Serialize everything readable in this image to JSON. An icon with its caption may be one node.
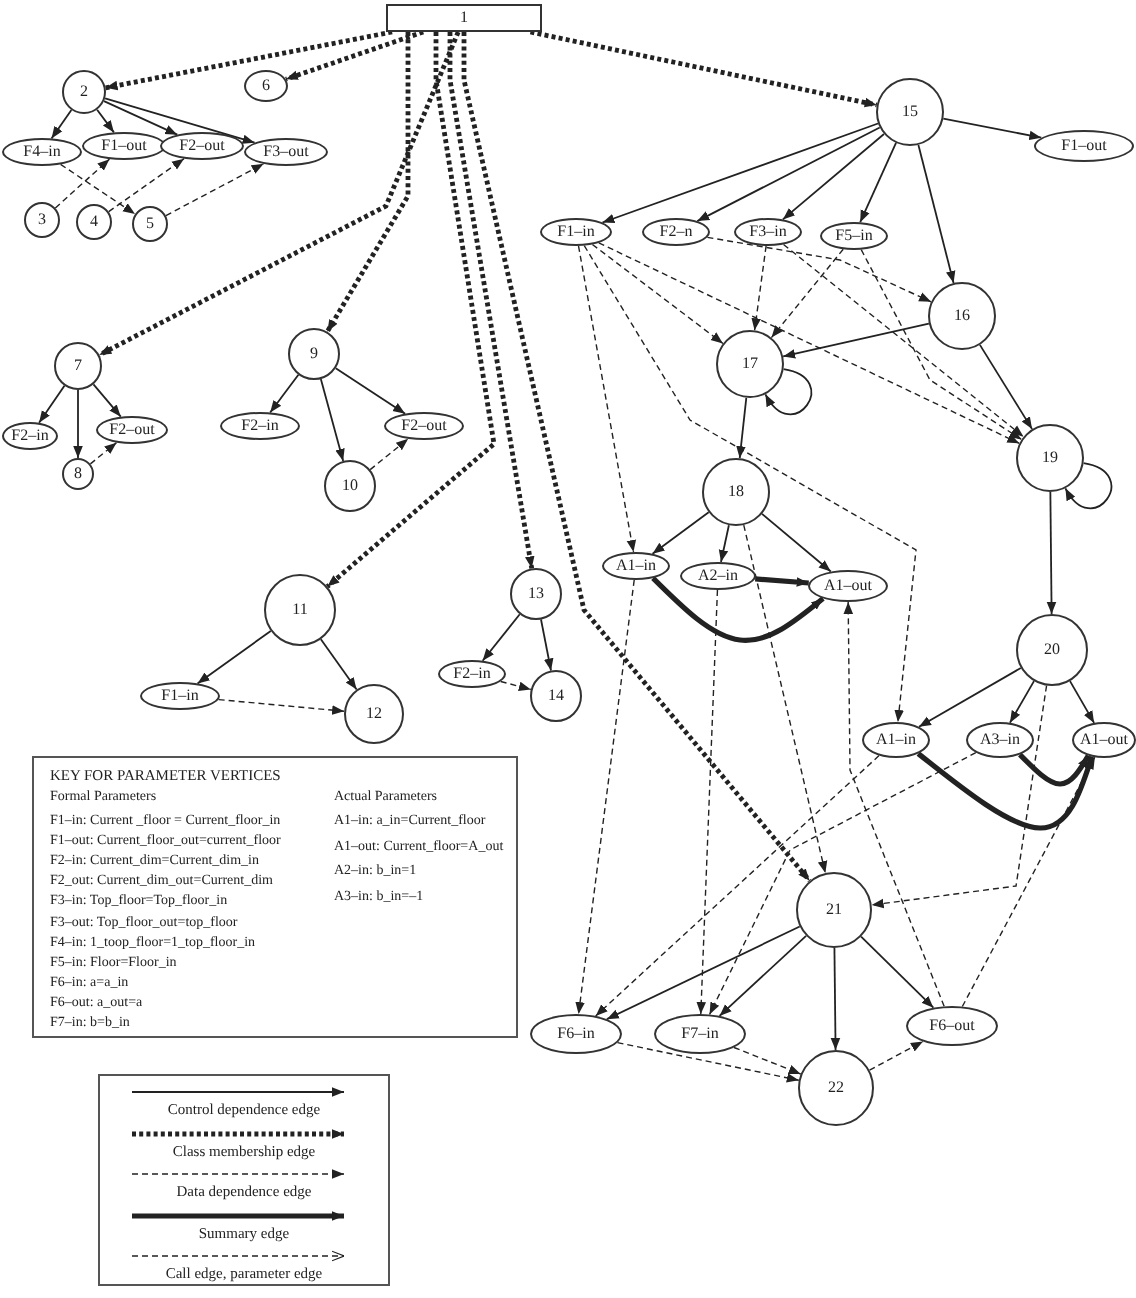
{
  "diagram": {
    "nodes": [
      {
        "text": [
          "1"
        ]
      },
      {
        "text": [
          "2"
        ]
      },
      {
        "text": [
          "6"
        ]
      },
      {
        "text": [
          "F4–in"
        ]
      },
      {
        "text": [
          "F1–out"
        ]
      },
      {
        "text": [
          "F2–out"
        ]
      },
      {
        "text": [
          "F3–out"
        ]
      },
      {
        "text": [
          "3"
        ]
      },
      {
        "text": [
          "4"
        ]
      },
      {
        "text": [
          "5"
        ]
      },
      {
        "text": [
          "15"
        ]
      },
      {
        "text": [
          "F1–out"
        ]
      },
      {
        "text": [
          "F1–in"
        ]
      },
      {
        "text": [
          "F2–n"
        ]
      },
      {
        "text": [
          "F3–in"
        ]
      },
      {
        "text": [
          "F5–in"
        ]
      },
      {
        "text": [
          "16"
        ]
      },
      {
        "text": [
          "17"
        ]
      },
      {
        "text": [
          "19"
        ]
      },
      {
        "text": [
          "7"
        ]
      },
      {
        "text": [
          "F2–in"
        ]
      },
      {
        "text": [
          "F2–out"
        ]
      },
      {
        "text": [
          "8"
        ]
      },
      {
        "text": [
          "9"
        ]
      },
      {
        "text": [
          "F2–in"
        ]
      },
      {
        "text": [
          "F2–out"
        ]
      },
      {
        "text": [
          "10"
        ]
      },
      {
        "text": [
          "18"
        ]
      },
      {
        "text": [
          "A1–in"
        ]
      },
      {
        "text": [
          "A2–in"
        ]
      },
      {
        "text": [
          "A1–out"
        ]
      },
      {
        "text": [
          "11"
        ]
      },
      {
        "text": [
          "F1–in"
        ]
      },
      {
        "text": [
          "12"
        ]
      },
      {
        "text": [
          "13"
        ]
      },
      {
        "text": [
          "F2–in"
        ]
      },
      {
        "text": [
          "14"
        ]
      },
      {
        "text": [
          "20"
        ]
      },
      {
        "text": [
          "A1–in"
        ]
      },
      {
        "text": [
          "A3–in"
        ]
      },
      {
        "text": [
          "A1–out"
        ]
      },
      {
        "text": [
          "21"
        ]
      },
      {
        "text": [
          "F6–in"
        ]
      },
      {
        "text": [
          "F7–in"
        ]
      },
      {
        "text": [
          "F6–out"
        ]
      },
      {
        "text": [
          "22"
        ]
      },
      {
        "text": [
          "KEY FOR PARAMETER VERTICES",
          "Formal Parameters",
          "Actual Parameters",
          "F1–in: Current _floor = Current_floor_in",
          "F1–out: Current_floor_out=current_floor",
          "F2–in: Current_dim=Current_dim_in",
          "F2_out: Current_dim_out=Current_dim",
          "F3–in: Top_floor=Top_floor_in",
          "F3–out: Top_floor_out=top_floor",
          "F4–in: 1_toop_floor=1_top_floor_in",
          "F5–in: Floor=Floor_in",
          "F6–in: a=a_in",
          "F6–out: a_out=a",
          "F7–in: b=b_in",
          "A1–in: a_in=Current_floor",
          "A1–out: Current_floor=A_out",
          "A2–in: b_in=1",
          "A3–in: b_in=–1"
        ]
      }
    ],
    "edges": [
      {
        "from": 0,
        "to": 1,
        "arrow": "to",
        "style": "dashed"
      },
      {
        "from": 0,
        "to": 2,
        "arrow": "to",
        "style": "dashed"
      },
      {
        "from": 0,
        "to": 10,
        "arrow": "to",
        "style": "dashed"
      },
      {
        "from": 0,
        "to": 19,
        "arrow": "to",
        "style": "dashed"
      },
      {
        "from": 0,
        "to": 23,
        "arrow": "to",
        "style": "dashed"
      },
      {
        "from": 0,
        "to": 31,
        "arrow": "to",
        "style": "dashed"
      },
      {
        "from": 0,
        "to": 34,
        "arrow": "to",
        "style": "dashed"
      },
      {
        "from": 0,
        "to": 41,
        "arrow": "to",
        "style": "dashed"
      },
      {
        "from": 1,
        "to": 3,
        "arrow": "to"
      },
      {
        "from": 1,
        "to": 4,
        "arrow": "to"
      },
      {
        "from": 1,
        "to": 5,
        "arrow": "to"
      },
      {
        "from": 1,
        "to": 6,
        "arrow": "to"
      },
      {
        "from": 10,
        "to": 11,
        "arrow": "to"
      },
      {
        "from": 10,
        "to": 12,
        "arrow": "to"
      },
      {
        "from": 10,
        "to": 13,
        "arrow": "to"
      },
      {
        "from": 10,
        "to": 14,
        "arrow": "to"
      },
      {
        "from": 10,
        "to": 15,
        "arrow": "to"
      },
      {
        "from": 10,
        "to": 16,
        "arrow": "to"
      },
      {
        "from": 16,
        "to": 17,
        "arrow": "to"
      },
      {
        "from": 16,
        "to": 18,
        "arrow": "to"
      },
      {
        "from": 17,
        "to": 27,
        "arrow": "to"
      },
      {
        "from": 17,
        "to": 17,
        "arrow": "to"
      },
      {
        "from": 18,
        "to": 18,
        "arrow": "to"
      },
      {
        "from": 18,
        "to": 37,
        "arrow": "to"
      },
      {
        "from": 19,
        "to": 20,
        "arrow": "to"
      },
      {
        "from": 19,
        "to": 21,
        "arrow": "to"
      },
      {
        "from": 19,
        "to": 22,
        "arrow": "to"
      },
      {
        "from": 23,
        "to": 24,
        "arrow": "to"
      },
      {
        "from": 23,
        "to": 26,
        "arrow": "to"
      },
      {
        "from": 23,
        "to": 25,
        "arrow": "to"
      },
      {
        "from": 27,
        "to": 28,
        "arrow": "to"
      },
      {
        "from": 27,
        "to": 29,
        "arrow": "to"
      },
      {
        "from": 27,
        "to": 30,
        "arrow": "to"
      },
      {
        "from": 31,
        "to": 32,
        "arrow": "to"
      },
      {
        "from": 31,
        "to": 33,
        "arrow": "to"
      },
      {
        "from": 34,
        "to": 35,
        "arrow": "to"
      },
      {
        "from": 34,
        "to": 36,
        "arrow": "to"
      },
      {
        "from": 37,
        "to": 38,
        "arrow": "to"
      },
      {
        "from": 37,
        "to": 39,
        "arrow": "to"
      },
      {
        "from": 37,
        "to": 40,
        "arrow": "to"
      },
      {
        "from": 41,
        "to": 42,
        "arrow": "to"
      },
      {
        "from": 41,
        "to": 43,
        "arrow": "to"
      },
      {
        "from": 41,
        "to": 45,
        "arrow": "to"
      },
      {
        "from": 41,
        "to": 44,
        "arrow": "to"
      },
      {
        "from": 28,
        "to": 30,
        "arrow": "to",
        "style": "thick"
      },
      {
        "from": 29,
        "to": 30,
        "arrow": "to",
        "style": "thick"
      },
      {
        "from": 39,
        "to": 40,
        "arrow": "to",
        "style": "thick"
      },
      {
        "from": 38,
        "to": 40,
        "arrow": "to",
        "style": "thick"
      },
      {
        "from": 3,
        "to": 9,
        "arrow": "to",
        "style": "dashed"
      },
      {
        "from": 7,
        "to": 4,
        "arrow": "to",
        "style": "dashed"
      },
      {
        "from": 8,
        "to": 5,
        "arrow": "to",
        "style": "dashed"
      },
      {
        "from": 9,
        "to": 6,
        "arrow": "to",
        "style": "dashed"
      },
      {
        "from": 22,
        "to": 21,
        "arrow": "to",
        "style": "dashed"
      },
      {
        "from": 26,
        "to": 25,
        "arrow": "to",
        "style": "dashed"
      },
      {
        "from": 32,
        "to": 33,
        "arrow": "to",
        "style": "dashed"
      },
      {
        "from": 35,
        "to": 36,
        "arrow": "to",
        "style": "dashed"
      },
      {
        "from": 12,
        "to": 17,
        "arrow": "to",
        "style": "dashed"
      },
      {
        "from": 12,
        "to": 18,
        "arrow": "to",
        "style": "dashed"
      },
      {
        "from": 12,
        "to": 28,
        "arrow": "to",
        "style": "dashed"
      },
      {
        "from": 12,
        "to": 38,
        "arrow": "to",
        "style": "dashed"
      },
      {
        "from": 13,
        "to": 16,
        "arrow": "to",
        "style": "dashed"
      },
      {
        "from": 14,
        "to": 17,
        "arrow": "to",
        "style": "dashed"
      },
      {
        "from": 14,
        "to": 18,
        "arrow": "to",
        "style": "dashed"
      },
      {
        "from": 15,
        "to": 17,
        "arrow": "to",
        "style": "dashed"
      },
      {
        "from": 15,
        "to": 18,
        "arrow": "to",
        "style": "dashed"
      },
      {
        "from": 27,
        "to": 41,
        "arrow": "to",
        "style": "dashed"
      },
      {
        "from": 37,
        "to": 41,
        "arrow": "to",
        "style": "dashed"
      },
      {
        "from": 28,
        "to": 42,
        "arrow": "to",
        "style": "dashed"
      },
      {
        "from": 29,
        "to": 43,
        "arrow": "to",
        "style": "dashed"
      },
      {
        "from": 44,
        "to": 30,
        "arrow": "to",
        "style": "dashed"
      },
      {
        "from": 38,
        "to": 42,
        "arrow": "to",
        "style": "dashed"
      },
      {
        "from": 39,
        "to": 43,
        "arrow": "to",
        "style": "dashed"
      },
      {
        "from": 44,
        "to": 40,
        "arrow": "to",
        "style": "dashed"
      },
      {
        "from": 42,
        "to": 45,
        "arrow": "to",
        "style": "dashed"
      },
      {
        "from": 43,
        "to": 45,
        "arrow": "to",
        "style": "dashed"
      },
      {
        "from": 45,
        "to": 44,
        "arrow": "to",
        "style": "dashed"
      }
    ],
    "legend": [
      {
        "text": "Control dependence edge"
      },
      {
        "text": "Class membership edge"
      },
      {
        "text": "Data dependence edge"
      },
      {
        "text": "Summary edge"
      },
      {
        "text": "Call edge, parameter edge"
      }
    ]
  }
}
